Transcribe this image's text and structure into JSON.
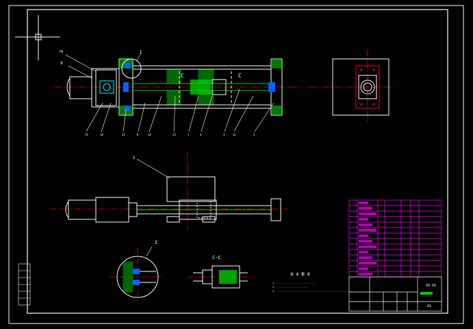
{
  "drawing": {
    "leader_labels": {
      "top_left_a": "74",
      "top_left_b": "9",
      "detail_ref": "I",
      "section_left": "C",
      "section_right": "C",
      "mid_view": "5",
      "detail_view": "I",
      "section_view": "C-C"
    },
    "part_numbers_bottom": [
      "11",
      "10",
      "12",
      "8",
      "14",
      "13",
      "1",
      "4",
      "3",
      "12",
      "2"
    ],
    "notes_title": "技 术 要 求",
    "notes": [
      "1. ..........................",
      "2. ......................",
      "3. ......................................................."
    ],
    "title_block": {
      "drawing_no": "XX-XX",
      "sheet": "A1"
    }
  },
  "colors": {
    "background": "#000000",
    "outline": "#ffffff",
    "centerline": "#ff0000",
    "hatch": "#00cc00",
    "dimension": "#00ffff",
    "bom": "#ff00ff",
    "blue_part": "#0066ff"
  }
}
